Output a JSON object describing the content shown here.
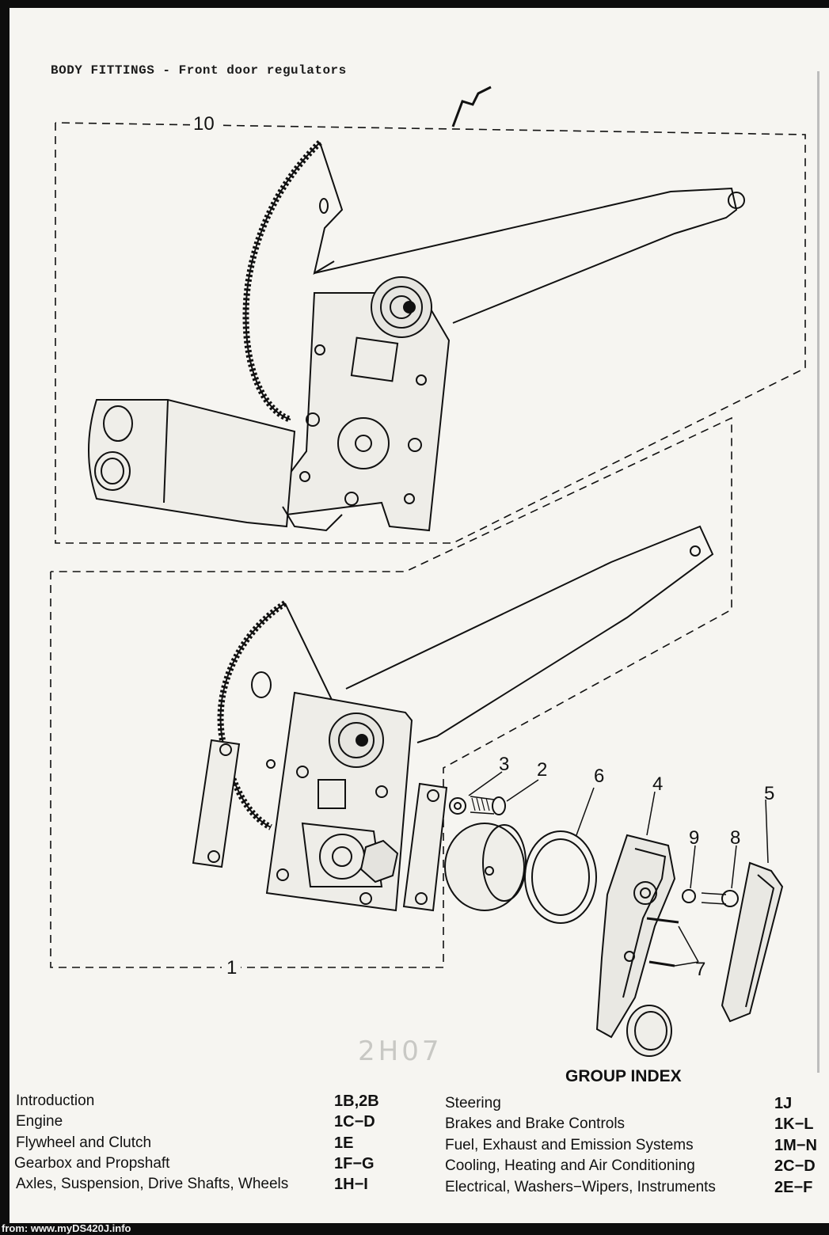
{
  "header": {
    "title": "BODY FITTINGS - Front door regulators"
  },
  "callouts": {
    "c10": "10",
    "c1": "1",
    "c3": "3",
    "c2": "2",
    "c6": "6",
    "c4": "4",
    "c5": "5",
    "c9": "9",
    "c8": "8",
    "c7": "7"
  },
  "pencil_note": "2H07",
  "group_index": {
    "title": "GROUP INDEX",
    "left": [
      {
        "label": "Introduction",
        "code": "1B,2B"
      },
      {
        "label": "Engine",
        "code": "1C−D"
      },
      {
        "label": "Flywheel and Clutch",
        "code": "1E"
      },
      {
        "label": "Gearbox and Propshaft",
        "code": "1F−G"
      },
      {
        "label": "Axles, Suspension, Drive Shafts, Wheels",
        "code": "1H−I"
      }
    ],
    "right": [
      {
        "label": "Steering",
        "code": "1J"
      },
      {
        "label": "Brakes and Brake Controls",
        "code": "1K−L"
      },
      {
        "label": "Fuel, Exhaust and Emission Systems",
        "code": "1M−N"
      },
      {
        "label": "Cooling, Heating and Air Conditioning",
        "code": "2C−D"
      },
      {
        "label": "Electrical, Washers−Wipers, Instruments",
        "code": "2E−F"
      }
    ]
  },
  "footer": {
    "source": "from: www.myDS420J.info"
  }
}
